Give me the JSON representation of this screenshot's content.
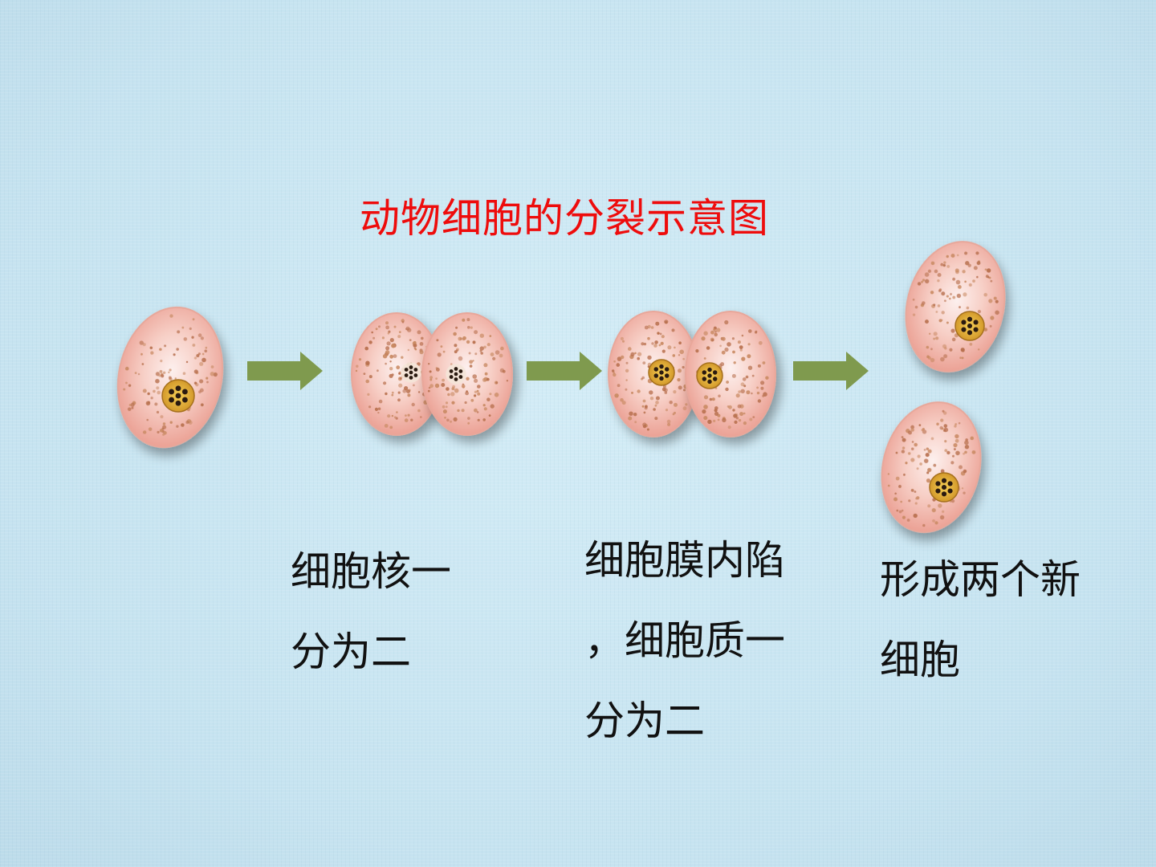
{
  "title": "动物细胞的分裂示意图",
  "colors": {
    "background": "#c9e6f2",
    "title": "#ee0c0c",
    "arrow": "#7f9a4e",
    "cytoplasm": "#f2b6aa",
    "nucleus": "#e0a838"
  },
  "stages": [
    {
      "cells": 1,
      "nuclei": 1
    },
    {
      "cells": 1,
      "nuclei": 2
    },
    {
      "cells": 2,
      "nuclei": 2,
      "note": "membrane pinching"
    },
    {
      "cells": 2,
      "nuclei": 2,
      "note": "separated"
    }
  ],
  "captions": [
    {
      "lines": [
        "细胞核一",
        "分为二"
      ]
    },
    {
      "lines": [
        "细胞膜内陷",
        "，细胞质一",
        "分为二"
      ]
    },
    {
      "lines": [
        "形成两个新",
        "细胞"
      ]
    }
  ]
}
